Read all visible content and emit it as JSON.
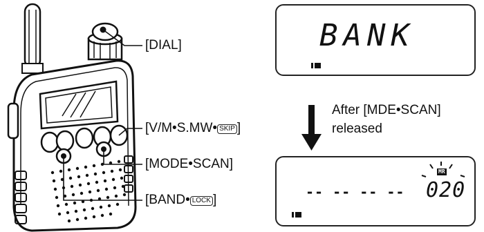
{
  "callouts": {
    "dial": "[DIAL]",
    "vm_prefix": "[V/M•S.MW•",
    "vm_key": "SKIP",
    "vm_suffix": "]",
    "mode_scan": "[MODE•SCAN]",
    "band_prefix": "[BAND•",
    "band_key": "LOCK",
    "band_suffix": "]"
  },
  "display_top": {
    "text": "BANK"
  },
  "transition": {
    "line1": "After [MDE•SCAN]",
    "line2": "released"
  },
  "display_bottom": {
    "dashes": "-- --  -- --",
    "mr_badge": "MR",
    "channel": "020"
  },
  "colors": {
    "ink": "#111111",
    "background": "#ffffff"
  }
}
